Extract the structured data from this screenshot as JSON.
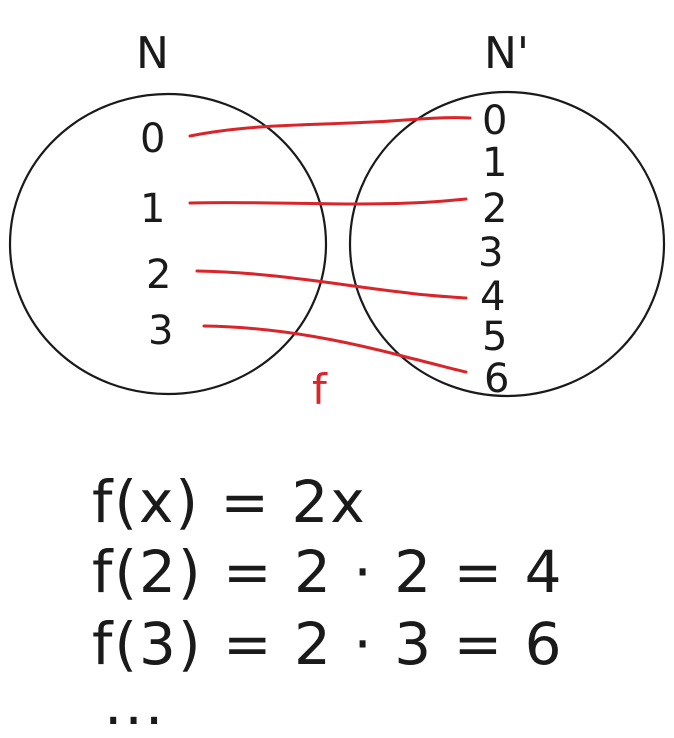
{
  "domain_set": {
    "label": "N",
    "elements": [
      "0",
      "1",
      "2",
      "3"
    ]
  },
  "codomain_set": {
    "label": "N'",
    "elements": [
      "0",
      "1",
      "2",
      "3",
      "4",
      "5",
      "6"
    ]
  },
  "function_label": "f",
  "mappings": [
    {
      "from": "0",
      "to": "0"
    },
    {
      "from": "1",
      "to": "2"
    },
    {
      "from": "2",
      "to": "4"
    },
    {
      "from": "3",
      "to": "6"
    }
  ],
  "equations": [
    "f(x) = 2x",
    "f(2) = 2 · 2 = 4",
    "f(3) = 2 · 3 = 6",
    "..."
  ],
  "colors": {
    "ink": "#1a1a1a",
    "mapping": "#d9252a"
  }
}
